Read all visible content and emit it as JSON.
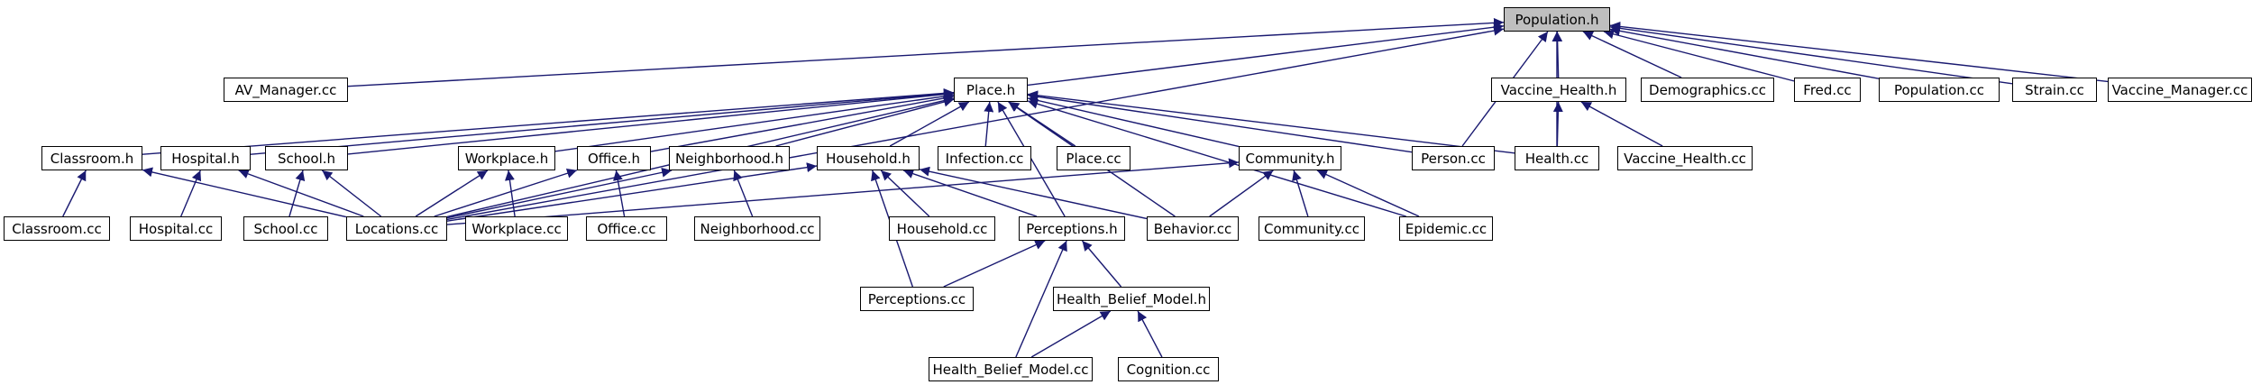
{
  "colors": {
    "edge": "#191970",
    "root_fill": "#bfbfbf",
    "node_border": "#000000"
  },
  "nodes": {
    "population_h": "Population.h",
    "av_manager_cc": "AV_Manager.cc",
    "place_h": "Place.h",
    "vaccine_health_h": "Vaccine_Health.h",
    "demographics_cc": "Demographics.cc",
    "fred_cc": "Fred.cc",
    "population_cc": "Population.cc",
    "strain_cc": "Strain.cc",
    "vaccine_manager_cc": "Vaccine_Manager.cc",
    "classroom_h": "Classroom.h",
    "hospital_h": "Hospital.h",
    "school_h": "School.h",
    "workplace_h": "Workplace.h",
    "office_h": "Office.h",
    "neighborhood_h": "Neighborhood.h",
    "household_h": "Household.h",
    "infection_cc": "Infection.cc",
    "place_cc": "Place.cc",
    "community_h": "Community.h",
    "person_cc": "Person.cc",
    "health_cc": "Health.cc",
    "vaccine_health_cc": "Vaccine_Health.cc",
    "classroom_cc": "Classroom.cc",
    "hospital_cc": "Hospital.cc",
    "school_cc": "School.cc",
    "locations_cc": "Locations.cc",
    "workplace_cc": "Workplace.cc",
    "office_cc": "Office.cc",
    "neighborhood_cc": "Neighborhood.cc",
    "household_cc": "Household.cc",
    "perceptions_h": "Perceptions.h",
    "behavior_cc": "Behavior.cc",
    "community_cc": "Community.cc",
    "epidemic_cc": "Epidemic.cc",
    "perceptions_cc": "Perceptions.cc",
    "health_belief_model_h": "Health_Belief_Model.h",
    "health_belief_model_cc": "Health_Belief_Model.cc",
    "cognition_cc": "Cognition.cc"
  },
  "edges": [
    [
      "av_manager_cc",
      "population_h"
    ],
    [
      "place_h",
      "population_h"
    ],
    [
      "vaccine_health_h",
      "population_h"
    ],
    [
      "demographics_cc",
      "population_h"
    ],
    [
      "fred_cc",
      "population_h"
    ],
    [
      "population_cc",
      "population_h"
    ],
    [
      "strain_cc",
      "population_h"
    ],
    [
      "vaccine_manager_cc",
      "population_h"
    ],
    [
      "person_cc",
      "population_h"
    ],
    [
      "health_cc",
      "population_h"
    ],
    [
      "locations_cc",
      "population_h"
    ],
    [
      "classroom_h",
      "place_h"
    ],
    [
      "hospital_h",
      "place_h"
    ],
    [
      "school_h",
      "place_h"
    ],
    [
      "workplace_h",
      "place_h"
    ],
    [
      "office_h",
      "place_h"
    ],
    [
      "neighborhood_h",
      "place_h"
    ],
    [
      "household_h",
      "place_h"
    ],
    [
      "infection_cc",
      "place_h"
    ],
    [
      "place_cc",
      "place_h"
    ],
    [
      "community_h",
      "place_h"
    ],
    [
      "person_cc",
      "place_h"
    ],
    [
      "health_cc",
      "place_h"
    ],
    [
      "locations_cc",
      "place_h"
    ],
    [
      "behavior_cc",
      "place_h"
    ],
    [
      "epidemic_cc",
      "place_h"
    ],
    [
      "perceptions_h",
      "place_h"
    ],
    [
      "health_cc",
      "vaccine_health_h"
    ],
    [
      "vaccine_health_cc",
      "vaccine_health_h"
    ],
    [
      "classroom_cc",
      "classroom_h"
    ],
    [
      "locations_cc",
      "classroom_h"
    ],
    [
      "hospital_cc",
      "hospital_h"
    ],
    [
      "locations_cc",
      "hospital_h"
    ],
    [
      "school_cc",
      "school_h"
    ],
    [
      "locations_cc",
      "school_h"
    ],
    [
      "workplace_cc",
      "workplace_h"
    ],
    [
      "locations_cc",
      "workplace_h"
    ],
    [
      "office_cc",
      "office_h"
    ],
    [
      "locations_cc",
      "office_h"
    ],
    [
      "neighborhood_cc",
      "neighborhood_h"
    ],
    [
      "locations_cc",
      "neighborhood_h"
    ],
    [
      "household_cc",
      "household_h"
    ],
    [
      "locations_cc",
      "household_h"
    ],
    [
      "perceptions_h",
      "household_h"
    ],
    [
      "perceptions_cc",
      "household_h"
    ],
    [
      "behavior_cc",
      "household_h"
    ],
    [
      "community_cc",
      "community_h"
    ],
    [
      "epidemic_cc",
      "community_h"
    ],
    [
      "behavior_cc",
      "community_h"
    ],
    [
      "locations_cc",
      "community_h"
    ],
    [
      "perceptions_cc",
      "perceptions_h"
    ],
    [
      "health_belief_model_h",
      "perceptions_h"
    ],
    [
      "health_belief_model_cc",
      "perceptions_h"
    ],
    [
      "health_belief_model_cc",
      "health_belief_model_h"
    ],
    [
      "cognition_cc",
      "health_belief_model_h"
    ]
  ]
}
